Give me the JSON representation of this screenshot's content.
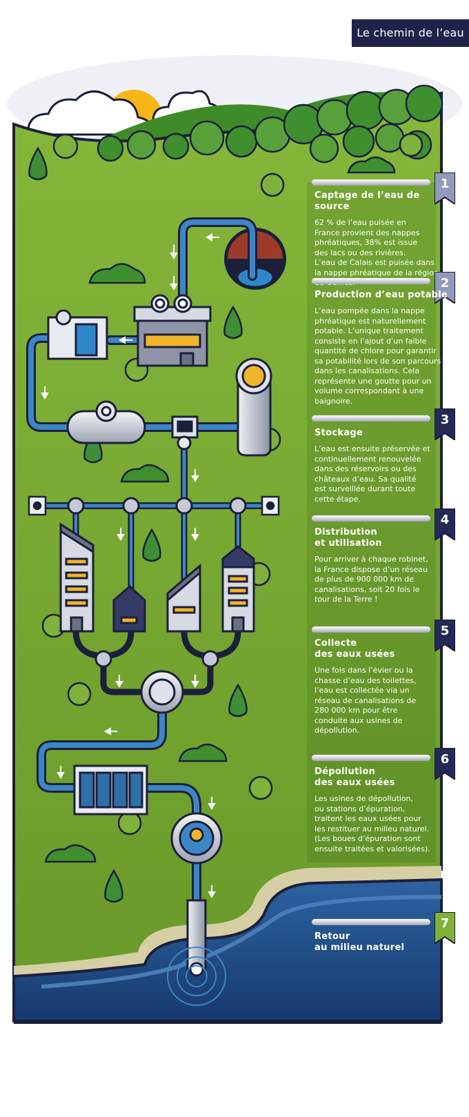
{
  "title": "Le chemin de l’eau",
  "steps": [
    {
      "number": "1",
      "title": "Captage de l’eau de source",
      "text": "62 % de l’eau puisée en\nFrance provient des nappes\nphréatiques, 38% est issue\ndes lacs ou des rivières.\nL’eau de Calais est puisée dans\nla nappe phréatique de la région\nde Guînes.",
      "color": "#8f9bb8"
    },
    {
      "number": "2",
      "title": "Production d’eau potable",
      "text": "L’eau pompée dans la nappe\nphréatique est naturellement\npotable. L’unique traitement\nconsiste en l’ajout d’un faible\nquantité de chlore pour garantir\nsa potabilité lors de son parcours\ndans les canalisations. Cela\nreprésente une goutte pour un\nvolume correspondant à une\nbaignoire.",
      "color": "#8f9bb8"
    },
    {
      "number": "3",
      "title": "Stockage",
      "text": "L’eau est ensuite préservée et\ncontinuellement renouvelée\ndans des réservoirs ou des\nchâteaux d’eau. Sa qualité\nest surveillée durant toute\ncette étape.",
      "color": "#232a55"
    },
    {
      "number": "4",
      "title": "Distribution\net utilisation",
      "text": "Pour arriver à chaque robinet,\nla France dispose d’un réseau\nde plus de 900 000 km de\ncanalisations, soit 20 fois le\ntour de la Terre !",
      "color": "#232a55"
    },
    {
      "number": "5",
      "title": "Collecte\ndes eaux usées",
      "text": "Une fois dans l’évier ou la\nchasse d’eau des toilettes,\nl’eau est collectée via un\nréseau de canalisations de\n280 000 km pour être\nconduite aux usines de\ndépollution.",
      "color": "#232a55"
    },
    {
      "number": "6",
      "title": "Dépollution\ndes eaux usées",
      "text": "Les usines de dépollution,\nou stations d’épuration,\ntraitent les eaux usées pour\nles restituer au milieu naturel.\n(Les boues d’épuration sont\nensuite traitées et valorisées).",
      "color": "#232a55"
    },
    {
      "number": "7",
      "title": "Retour\nau milieu naturel",
      "text": "",
      "color": "#7fb236"
    }
  ]
}
